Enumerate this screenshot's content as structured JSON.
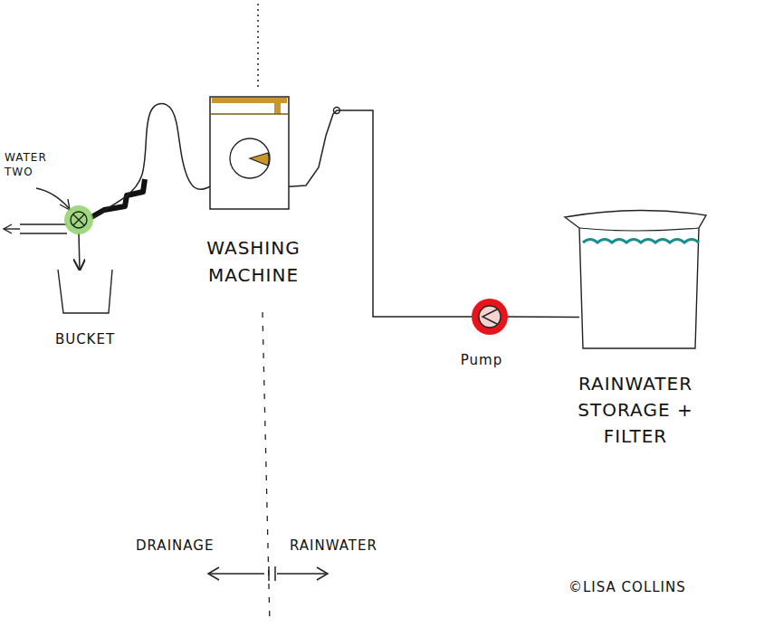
{
  "diagram": {
    "nodes": [
      {
        "text": [
          "WATER TWO"
        ]
      },
      {
        "text": [
          "BUCKET"
        ]
      },
      {
        "text": [
          "WASHING MACHINE"
        ]
      },
      {
        "text": [
          "Pump"
        ]
      },
      {
        "text": [
          "RAINWATER STORAGE + FILTER"
        ]
      }
    ],
    "edges": [
      {
        "from": 2,
        "to": 0,
        "arrow": "none"
      },
      {
        "from": 0,
        "to": 1,
        "arrow": "to"
      },
      {
        "from": 2,
        "to": 3,
        "arrow": "none"
      },
      {
        "from": 3,
        "to": 4,
        "arrow": "none"
      }
    ],
    "labels": [
      "DRAINAGE",
      "RAINWATER",
      "©LISA COLLINS"
    ]
  }
}
